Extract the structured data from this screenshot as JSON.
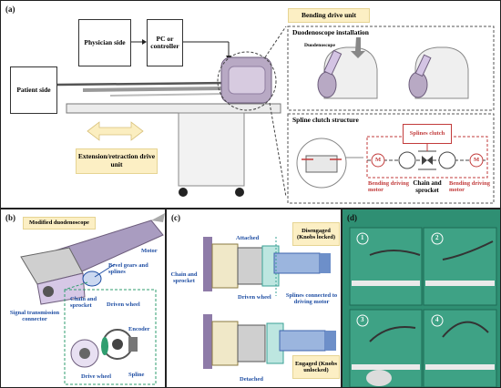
{
  "panel_a": {
    "label": "(a)",
    "patient_side": "Patient side",
    "physician_side": "Physician side",
    "pc_controller": "PC or controller",
    "bending_drive_unit": "Bending drive unit",
    "duodenoscope_installation": "Duodenoscope installation",
    "duodenoscope": "Duodenoscope",
    "extension_retraction": "Extension/retraction drive unit",
    "spline_clutch_structure": "Spline clutch structure",
    "splines_clutch": "Splines clutch",
    "motor_symbol": "M",
    "bending_motor_left": "Bending driving motor",
    "bending_motor_right": "Bending driving motor",
    "chain_sprocket": "Chain and sprocket"
  },
  "panel_b": {
    "label": "(b)",
    "modified_duodenoscope": "Modified duodenoscope",
    "motor": "Motor",
    "bevel_gears": "Bevel gears and splines",
    "signal_connector": "Signal transmission connector",
    "chain_sprocket": "Chain and sprocket",
    "driven_wheel": "Driven wheel",
    "encoder": "Encoder",
    "drive_wheel": "Drive wheel",
    "spline": "Spline"
  },
  "panel_c": {
    "label": "(c)",
    "disengaged": "Disengaged (Knobs locked)",
    "attached": "Attached",
    "chain_sprocket": "Chain and sprocket",
    "driven_wheel": "Driven wheel",
    "splines_connected": "Splines connected to driving motor",
    "engaged": "Engaged (Knobs unlocked)",
    "detached": "Detached"
  },
  "panel_d": {
    "label": "(d)",
    "steps": [
      "1",
      "2",
      "3",
      "4"
    ]
  },
  "colors": {
    "yellow_label": "#fcefc4",
    "blue_text": "#1f4ea3",
    "red_text": "#c23b3b",
    "purple": "#8e7ba8",
    "photo_green": "#2f8f73"
  }
}
